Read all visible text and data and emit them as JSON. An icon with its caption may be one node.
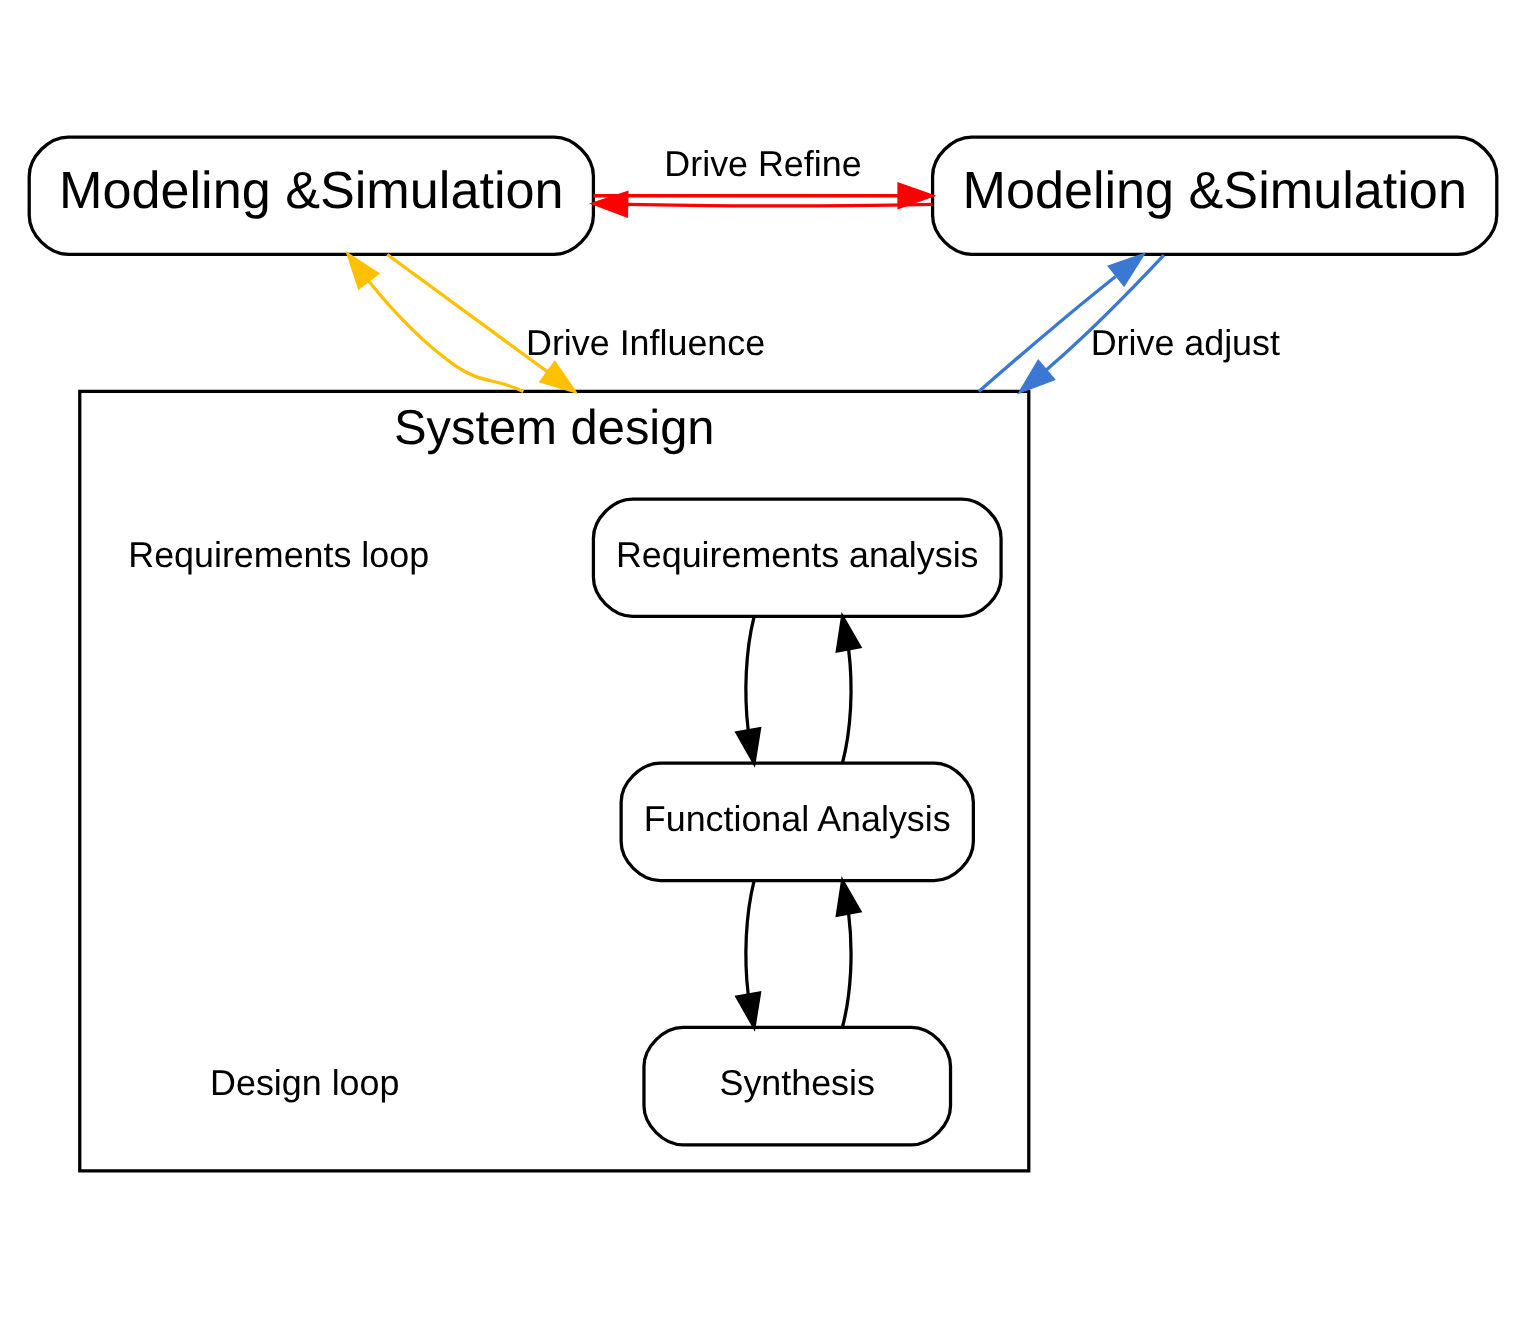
{
  "diagram": {
    "nodes": [
      {
        "text": [
          "Modeling &Simulation"
        ]
      },
      {
        "text": [
          "Modeling &Simulation"
        ]
      },
      {
        "text": [
          "System design"
        ]
      },
      {
        "text": [
          "Requirements analysis"
        ],
        "in": 2
      },
      {
        "text": [
          "Functional Analysis"
        ],
        "in": 2
      },
      {
        "text": [
          "Synthesis"
        ],
        "in": 2
      }
    ],
    "edges": [
      {
        "from": 0,
        "to": 1,
        "arrow": "to",
        "label": "Drive Refine",
        "color": "#ff0000"
      },
      {
        "from": 1,
        "to": 0,
        "arrow": "to",
        "color": "#ff0000"
      },
      {
        "from": 2,
        "to": 0,
        "arrow": "to",
        "color": "#ffc000"
      },
      {
        "from": 2,
        "to": 1,
        "arrow": "to",
        "color": "#3a78d4"
      },
      {
        "from": 0,
        "to": 2,
        "arrow": "to",
        "label": "Drive Influence",
        "color": "#ffc000"
      },
      {
        "from": 1,
        "to": 2,
        "arrow": "to",
        "label": "Drive adjust",
        "color": "#3a78d4"
      },
      {
        "from": 3,
        "to": 4,
        "arrow": "to"
      },
      {
        "from": 4,
        "to": 3,
        "arrow": "to"
      },
      {
        "from": 4,
        "to": 5,
        "arrow": "to"
      },
      {
        "from": 5,
        "to": 4,
        "arrow": "to"
      }
    ],
    "labels": [
      "Requirements loop",
      "Design loop"
    ]
  }
}
